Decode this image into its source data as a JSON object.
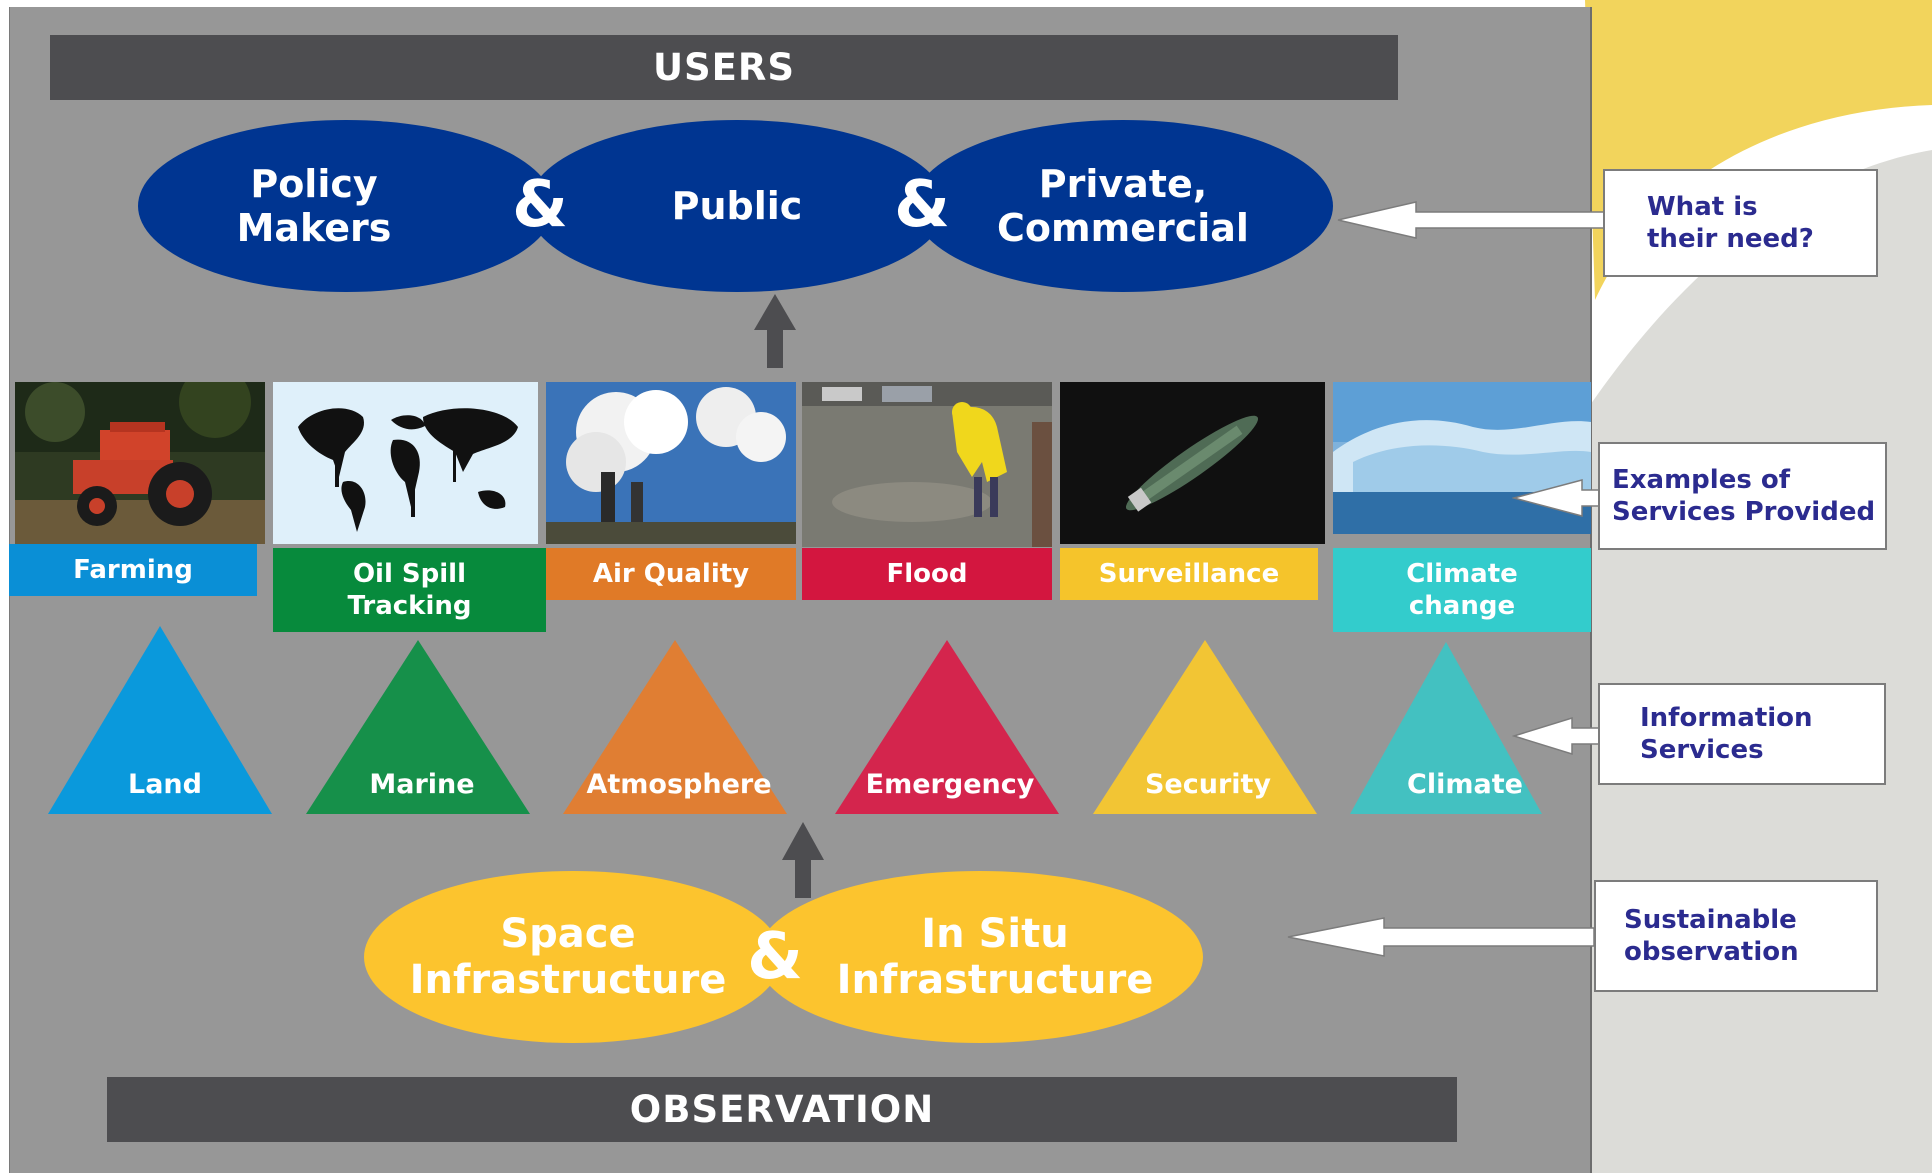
{
  "users_header": "USERS",
  "user_groups": [
    {
      "label": "Policy\nMakers"
    },
    {
      "label": "Public"
    },
    {
      "label": "Private,\nCommercial"
    }
  ],
  "ampersand": "&",
  "services": [
    {
      "label": "Farming",
      "color": "#0a8fd6",
      "image": "tractor-photo"
    },
    {
      "label": "Oil Spill\nTracking",
      "color": "#078a3c",
      "image": "world-map-oil-photo"
    },
    {
      "label": "Air Quality",
      "color": "#e07a27",
      "image": "smokestack-photo"
    },
    {
      "label": "Flood",
      "color": "#d3163f",
      "image": "flood-worker-photo"
    },
    {
      "label": "Surveillance",
      "color": "#f5c42b",
      "image": "ship-satellite-photo"
    },
    {
      "label": "Climate\nchange",
      "color": "#33cccc",
      "image": "iceberg-photo"
    }
  ],
  "information_services": [
    {
      "label": "Land",
      "color": "#0a99dc"
    },
    {
      "label": "Marine",
      "color": "#16904a"
    },
    {
      "label": "Atmosphere",
      "color": "#e07e33"
    },
    {
      "label": "Emergency",
      "color": "#d4254d"
    },
    {
      "label": "Security",
      "color": "#f2c534"
    },
    {
      "label": "Climate",
      "color": "#43c1c1"
    }
  ],
  "infrastructure": [
    {
      "label": "Space\nInfrastructure"
    },
    {
      "label": "In Situ\nInfrastructure"
    }
  ],
  "observation_footer": "OBSERVATION",
  "callouts": [
    {
      "label": "What is\ntheir need?"
    },
    {
      "label": "Examples of\nServices Provided"
    },
    {
      "label": "Information\nServices"
    },
    {
      "label": "Sustainable\nobservation"
    }
  ],
  "colors": {
    "panel": "#979797",
    "bar": "#4d4d50",
    "user_ellipse": "#003591",
    "infra_ellipse": "#fcc42e",
    "callout_text": "#2b2b8f",
    "side_band": "#dcdcd8",
    "yellow_band": "#f2d45c"
  }
}
